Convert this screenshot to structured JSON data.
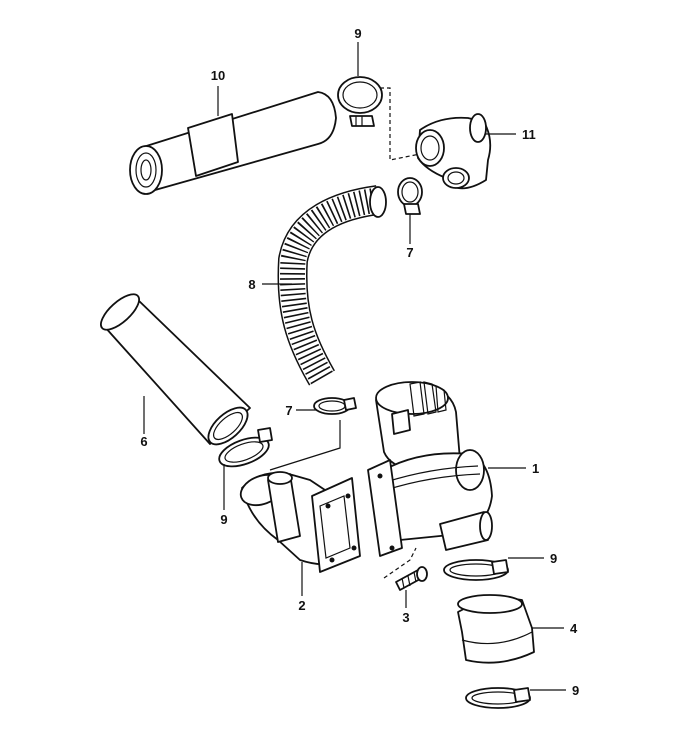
{
  "diagram": {
    "callouts": {
      "c1": "1",
      "c2": "2",
      "c3": "3",
      "c4": "4",
      "c6": "6",
      "c7a": "7",
      "c7b": "7",
      "c8": "8",
      "c9a": "9",
      "c9b": "9",
      "c9c": "9",
      "c9d": "9",
      "c10": "10",
      "c11": "11"
    },
    "colors": {
      "line": "#111111",
      "background": "#ffffff"
    }
  }
}
